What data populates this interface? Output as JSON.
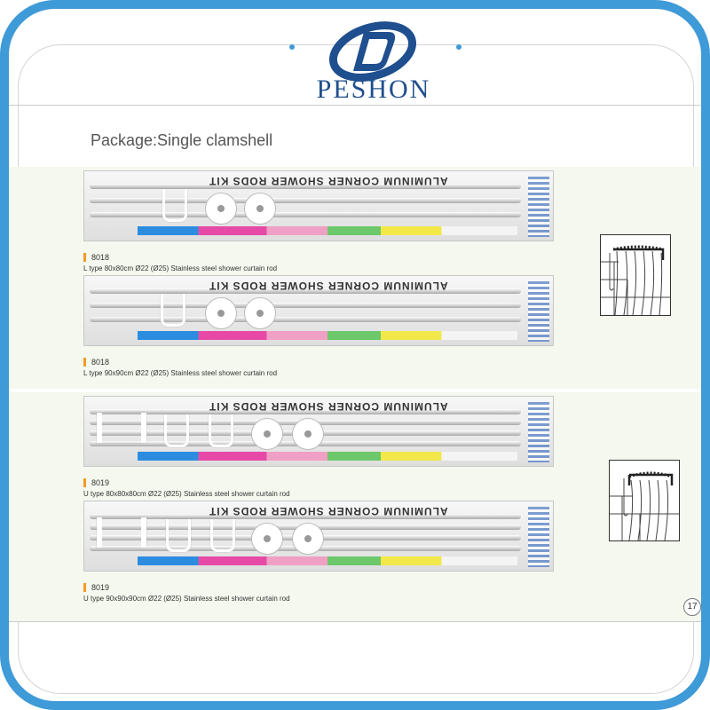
{
  "brand": {
    "logo_icon": "peshon-logo-icon",
    "name": "PESHON",
    "color": "#1f4f8e"
  },
  "frame": {
    "border_color": "#3f9ad8"
  },
  "page": {
    "package_title": "Package:Single clamshell",
    "page_number": "17"
  },
  "pack_text": "ALUMINUM CORNER SHOWER RODS KIT",
  "products": [
    {
      "code": "8018",
      "desc": "L type 80x80cm Ø22 (Ø25) Stainless steel shower curtain rod"
    },
    {
      "code": "8018",
      "desc": "L type 90x90cm Ø22 (Ø25) Stainless steel shower curtain rod"
    },
    {
      "code": "8019",
      "desc": "U type 80x80x80cm Ø22 (Ø25) Stainless steel shower curtain rod"
    },
    {
      "code": "8019",
      "desc": "U type 90x90x90cm Ø22 (Ø25) Stainless steel shower curtain rod"
    }
  ]
}
